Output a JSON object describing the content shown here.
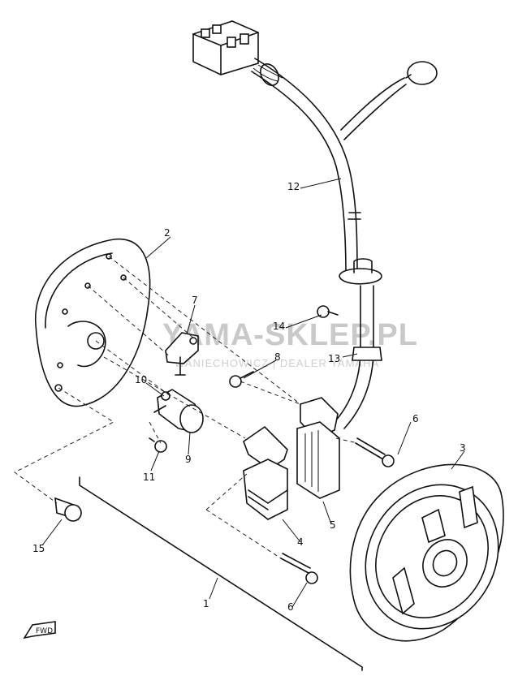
{
  "watermark": {
    "title": "YAMA-SKLEP.PL",
    "subtitle": "WANIECHOWICZ | DEALER YAMAHA"
  },
  "callouts": {
    "c1": "1",
    "c2": "2",
    "c3": "3",
    "c4": "4",
    "c5": "5",
    "c6a": "6",
    "c6b": "6",
    "c7": "7",
    "c8": "8",
    "c9": "9",
    "c10": "10",
    "c11": "11",
    "c12": "12",
    "c13": "13",
    "c14": "14",
    "c15": "15"
  },
  "direction_tag": "FWD",
  "icons": [
    "front-arrow-icon"
  ],
  "colors": {
    "line": "#111111",
    "watermark": "#c9c9c9",
    "watermark_logo": "#f2b8b8"
  }
}
